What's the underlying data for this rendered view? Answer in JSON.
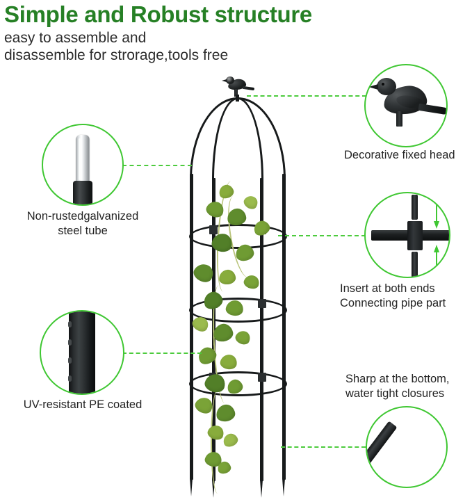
{
  "header": {
    "title": "Simple and Robust structure",
    "subtitle": "easy to assemble and\ndisassemble for strorage,tools free",
    "title_color": "#268025",
    "subtitle_color": "#2b2b2b"
  },
  "theme": {
    "accent_green": "#3fc732",
    "dash_green": "#4ccb3d",
    "metal_black": "#171a1b",
    "silver": "#cfd3d6",
    "leaf_green": "#6f9b33",
    "background": "#ffffff"
  },
  "callouts": [
    {
      "id": "galvanized-steel-tube",
      "caption": "Non-rustedgalvanized\nsteel tube",
      "caption_align": "center",
      "caption_position": "below",
      "icon": "galvanized-tube-icon",
      "side": "left"
    },
    {
      "id": "pe-coated",
      "caption": "UV-resistant PE coated",
      "caption_align": "center",
      "caption_position": "below",
      "icon": "pe-coated-bar-icon",
      "side": "left"
    },
    {
      "id": "decorative-head",
      "caption": "Decorative fixed head",
      "caption_align": "left",
      "caption_position": "below",
      "icon": "bird-finial-icon",
      "side": "right"
    },
    {
      "id": "connecting-pipe",
      "caption": "Insert at both ends\nConnecting pipe part",
      "caption_align": "left",
      "caption_position": "below",
      "icon": "pipe-connector-icon",
      "side": "right"
    },
    {
      "id": "sharp-bottom",
      "caption": "Sharp at the bottom,\nwater tight closures",
      "caption_align": "left",
      "caption_position": "above",
      "icon": "pointed-stake-icon",
      "side": "right"
    }
  ],
  "product": {
    "name": "garden-obelisk-trellis",
    "description": "black metal obelisk trellis with bird finial, three support rings, four pointed ground stakes and climbing vine"
  }
}
